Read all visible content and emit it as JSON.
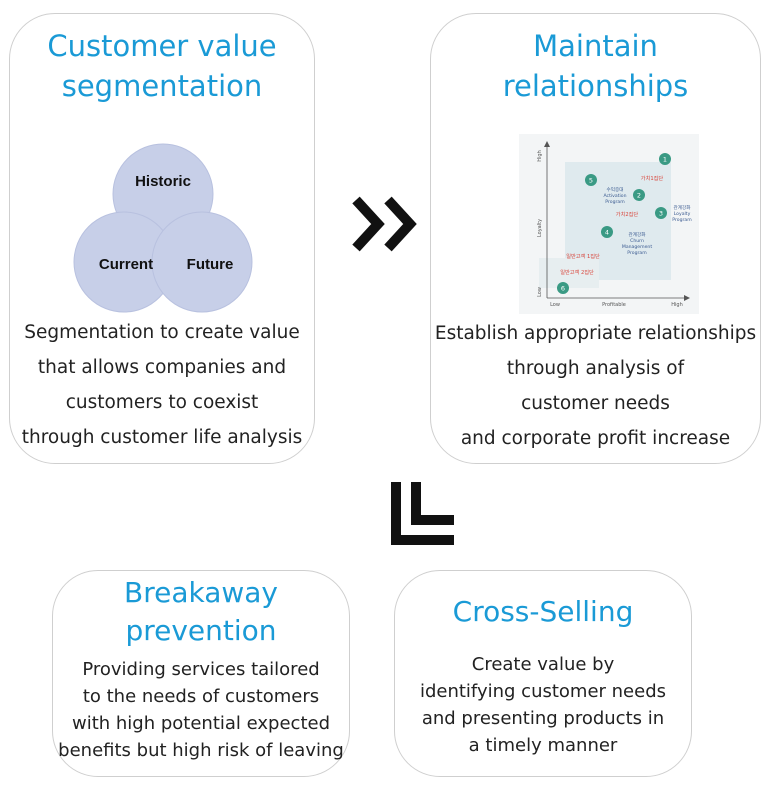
{
  "cards": {
    "segmentation": {
      "title_lines": [
        "Customer value",
        "segmentation"
      ],
      "venn": {
        "top": "Historic",
        "left": "Current",
        "right": "Future"
      },
      "body_lines": [
        "Segmentation to create value",
        "that allows companies and",
        "customers to coexist",
        "through customer life analysis"
      ]
    },
    "relationships": {
      "title_lines": [
        "Maintain",
        "relationships"
      ],
      "mini_chart": {
        "y_axis_label": "Loyalty",
        "y_high": "High",
        "y_low": "Low",
        "x_axis_label": "Profitable",
        "x_low": "Low",
        "x_high": "High",
        "points": [
          {
            "num": "1"
          },
          {
            "num": "2"
          },
          {
            "num": "3"
          },
          {
            "num": "4"
          },
          {
            "num": "5"
          },
          {
            "num": "6"
          }
        ],
        "labels": {
          "group1": "가치1집단",
          "group2": "가치2집단",
          "normal1": "일반고객 1집단",
          "normal2": "일반고객 2집단",
          "activation_ko": "수익증대",
          "activation_1": "Activation",
          "activation_2": "Program",
          "loyalty_ko": "관계강화",
          "loyalty_1": "Loyalty",
          "loyalty_2": "Program",
          "churn_ko": "관계강화",
          "churn_1": "Churn",
          "churn_2": "Management",
          "churn_3": "Program"
        }
      },
      "body_lines": [
        "Establish appropriate relationships",
        "through analysis of",
        "customer needs",
        "and corporate profit increase"
      ]
    },
    "breakaway": {
      "title_lines": [
        "Breakaway",
        "prevention"
      ],
      "body_lines": [
        "Providing services tailored",
        "to the needs of customers",
        "with high potential expected",
        "benefits but high risk of leaving"
      ]
    },
    "cross_selling": {
      "title_lines": [
        "Cross-Selling"
      ],
      "body_lines": [
        "Create value by",
        "identifying customer needs",
        "and presenting products in",
        "a timely manner"
      ]
    }
  },
  "colors": {
    "title": "#1a9ad6",
    "venn_fill": "#aab6dc",
    "marker": "#3a9a84",
    "korean_label": "#d9443a",
    "chart_text": "#3a5a90"
  }
}
